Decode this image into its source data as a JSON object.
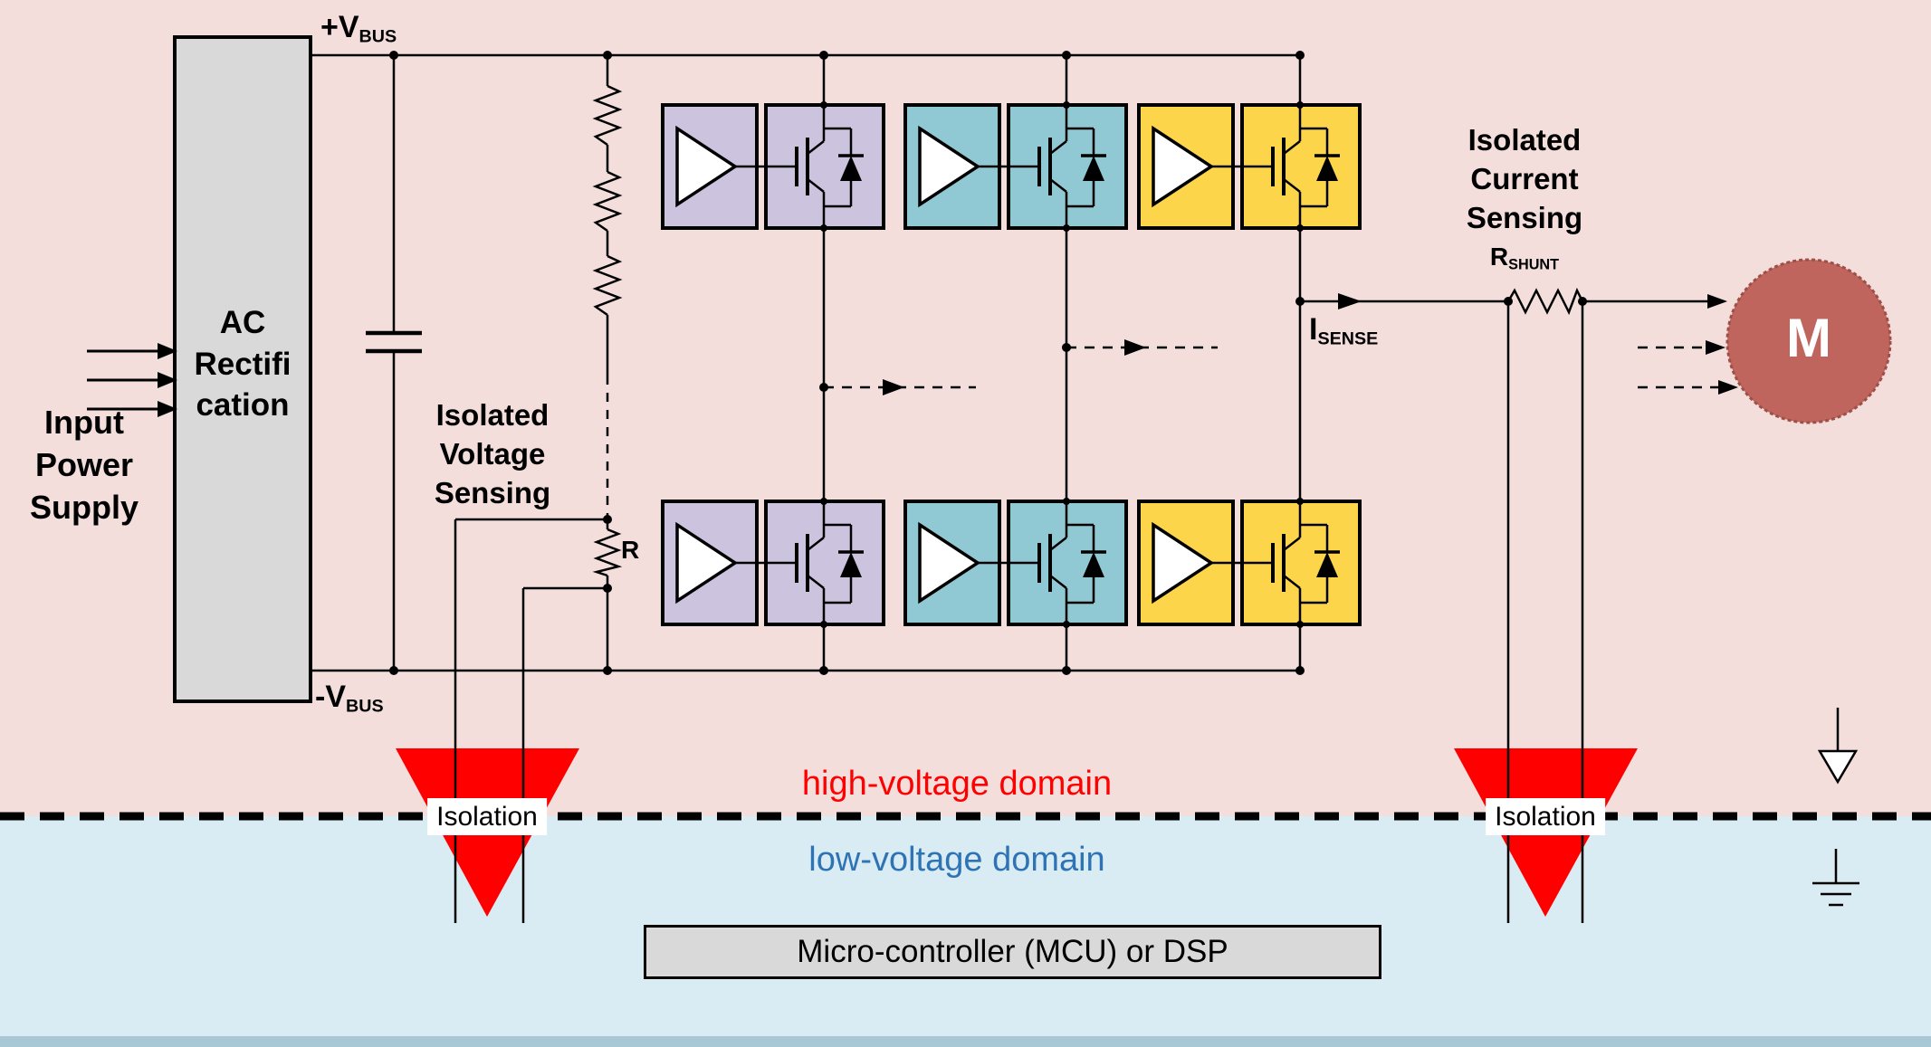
{
  "diagram": {
    "colors": {
      "hv_bg": "#F3DEDC",
      "lv_bg": "#D9ECF3",
      "edge_strip": "#A9C8D6",
      "block_fill": "#D9D9D9",
      "phase_a": "#CCC3DF",
      "phase_b": "#90C8D4",
      "phase_c": "#FCD54B",
      "isolation": "#FE0000",
      "motor": "#C0655E",
      "hv_text": "#FF0000",
      "lv_text": "#2E74B5",
      "wire": "#000000"
    },
    "labels": {
      "input_power_supply": {
        "line1": "Input",
        "line2": "Power",
        "line3": "Supply"
      },
      "ac_rectification": {
        "line1": "AC",
        "line2": "Rectifi",
        "line3": "cation"
      },
      "vbus_plus": {
        "main": "+V",
        "sub": "BUS"
      },
      "vbus_minus": {
        "main": "-V",
        "sub": "BUS"
      },
      "isolated_voltage_sensing": {
        "line1": "Isolated",
        "line2": "Voltage",
        "line3": "Sensing"
      },
      "divider_r": "R",
      "isolated_current_sensing": {
        "line1": "Isolated",
        "line2": "Current",
        "line3": "Sensing"
      },
      "r_shunt": {
        "main": "R",
        "sub": "SHUNT"
      },
      "i_sense": {
        "main": "I",
        "sub": "SENSE"
      },
      "motor": "M",
      "isolation_left": "Isolation",
      "isolation_right": "Isolation",
      "hv_domain": "high-voltage domain",
      "lv_domain": "low-voltage domain",
      "mcu": "Micro-controller (MCU) or DSP"
    }
  }
}
